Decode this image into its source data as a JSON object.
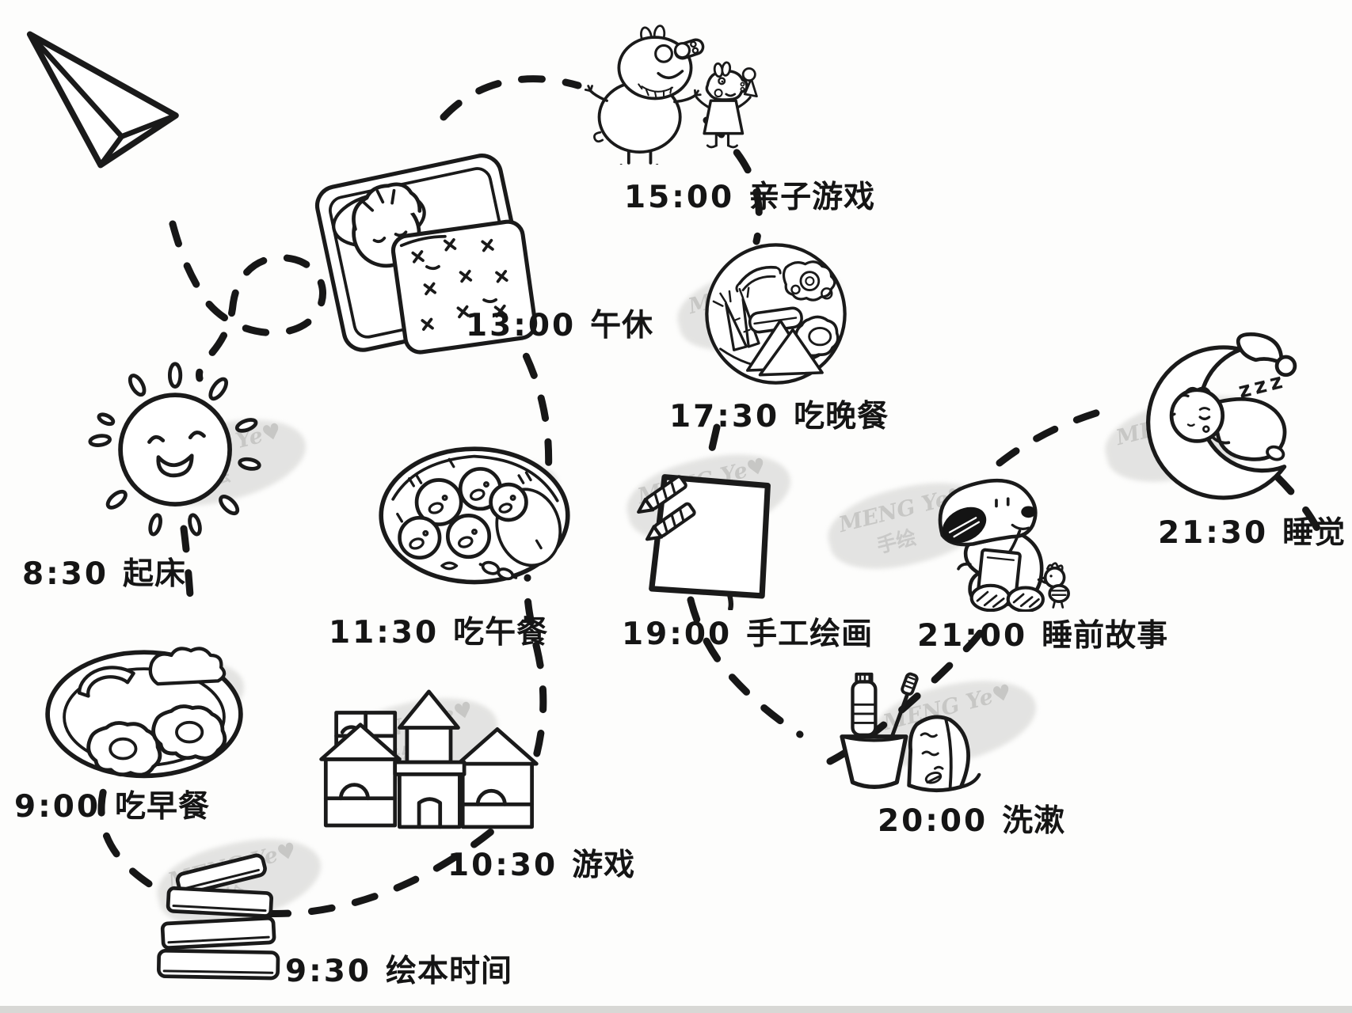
{
  "watermark": {
    "line1": "MENG Ye♥",
    "line2": "手绘"
  },
  "moon": {
    "zzz": "zzz"
  },
  "schedule": {
    "items": [
      {
        "time": "8:30",
        "activity": "起床",
        "icon": "sun"
      },
      {
        "time": "9:00",
        "activity": "吃早餐",
        "icon": "breakfast-plate"
      },
      {
        "time": "9:30",
        "activity": "绘本时间",
        "icon": "book-stack"
      },
      {
        "time": "10:30",
        "activity": "游戏",
        "icon": "block-castle"
      },
      {
        "time": "11:30",
        "activity": "吃午餐",
        "icon": "bento-box"
      },
      {
        "time": "13:00",
        "activity": "午休",
        "icon": "napping-child"
      },
      {
        "time": "15:00",
        "activity": "亲子游戏",
        "icon": "peppa-pig-family"
      },
      {
        "time": "17:30",
        "activity": "吃晚餐",
        "icon": "dinner-plate"
      },
      {
        "time": "19:00",
        "activity": "手工绘画",
        "icon": "drawing-paper"
      },
      {
        "time": "20:00",
        "activity": "洗漱",
        "icon": "wash-set"
      },
      {
        "time": "21:00",
        "activity": "睡前故事",
        "icon": "snoopy-story"
      },
      {
        "time": "21:30",
        "activity": "睡觉",
        "icon": "moon-baby"
      }
    ]
  }
}
